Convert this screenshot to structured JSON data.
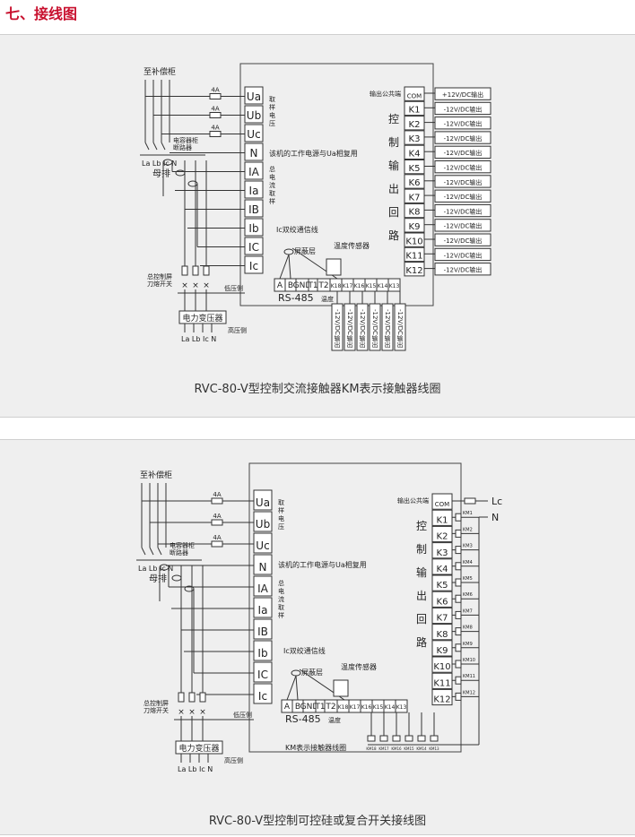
{
  "section_title": "七、接线图",
  "diagram1": {
    "caption": "RVC-80-V型控制交流接触器KM表示接触器线圈",
    "to_compensation": "至补偿柜",
    "fuse_rating": "4A",
    "inputs": [
      "Ua",
      "Ub",
      "Uc",
      "N",
      "IA",
      "Ia",
      "IB",
      "Ib",
      "IC",
      "Ic"
    ],
    "sampling_voltage": [
      "取",
      "样",
      "电",
      "压"
    ],
    "sampling_current": [
      "总",
      "电",
      "流",
      "取",
      "样"
    ],
    "power_note": "该机的工作电源与Ua相复用",
    "breaker_label": [
      "电容器柜",
      "断路器"
    ],
    "bus_phases": "La Lb Ic N",
    "busbar": "母排",
    "main_switch": [
      "总控制屏",
      "刀熔开关"
    ],
    "low_voltage_side": "低压侧",
    "transformer": "电力变压器",
    "high_voltage_side": "高压侧",
    "transformer_phases": "La Lb Ic N",
    "twisted_pair": "Ic双绞通信线",
    "shield": "屏蔽层",
    "temp_sensor": "温度传感器",
    "bottom_terminals": [
      "A",
      "B",
      "GND",
      "T1",
      "T2",
      "K18",
      "K17",
      "K16",
      "K15",
      "K14",
      "K13"
    ],
    "rs485": "RS-485",
    "temperature": "温度",
    "output_common": "输出公共端",
    "outputs": [
      "COM",
      "K1",
      "K2",
      "K3",
      "K4",
      "K5",
      "K6",
      "K7",
      "K8",
      "K9",
      "K10",
      "K11",
      "K12"
    ],
    "control_output_chars": [
      "控",
      "制",
      "输",
      "出",
      "回",
      "路"
    ],
    "com_output_label": "+12V/DC输出",
    "k_output_label": "-12V/DC输出",
    "bottom_output_label": "-12V/DC输出"
  },
  "diagram2": {
    "caption": "RVC-80-V型控制可控硅或复合开关接线图",
    "to_compensation": "至补偿柜",
    "fuse_rating": "4A",
    "inputs": [
      "Ua",
      "Ub",
      "Uc",
      "N",
      "IA",
      "Ia",
      "IB",
      "Ib",
      "IC",
      "Ic"
    ],
    "sampling_voltage": [
      "取",
      "样",
      "电",
      "压"
    ],
    "sampling_current": [
      "总",
      "电",
      "流",
      "取",
      "样"
    ],
    "power_note": "该机的工作电源与Ua相复用",
    "breaker_label": [
      "电容器柜",
      "断路器"
    ],
    "bus_phases": "La Lb Ic N",
    "busbar": "母排",
    "main_switch": [
      "总控制屏",
      "刀熔开关"
    ],
    "low_voltage_side": "低压侧",
    "transformer": "电力变压器",
    "high_voltage_side": "高压侧",
    "transformer_phases": "La Lb Ic N",
    "twisted_pair": "Ic双绞通信线",
    "shield": "屏蔽层",
    "temp_sensor": "温度传感器",
    "bottom_terminals": [
      "A",
      "B",
      "GND",
      "T1",
      "T2",
      "K18",
      "K17",
      "K16",
      "K15",
      "K14",
      "K13"
    ],
    "rs485": "RS-485",
    "temperature": "温度",
    "output_common": "输出公共端",
    "outputs": [
      "COM",
      "K1",
      "K2",
      "K3",
      "K4",
      "K5",
      "K6",
      "K7",
      "K8",
      "K9",
      "K10",
      "K11",
      "K12"
    ],
    "control_output_chars": [
      "控",
      "制",
      "输",
      "出",
      "回",
      "路"
    ],
    "lc_label": "Lc",
    "n_label": "N",
    "km_labels": [
      "KM1",
      "KM2",
      "KM3",
      "KM4",
      "KM5",
      "KM6",
      "KM7",
      "KM8",
      "KM9",
      "KM10",
      "KM11",
      "KM12"
    ],
    "km_note": "KM表示接触器线圈",
    "bottom_km_labels": [
      "KM18",
      "KM17",
      "KM16",
      "KM15",
      "KM14",
      "KM13"
    ]
  }
}
